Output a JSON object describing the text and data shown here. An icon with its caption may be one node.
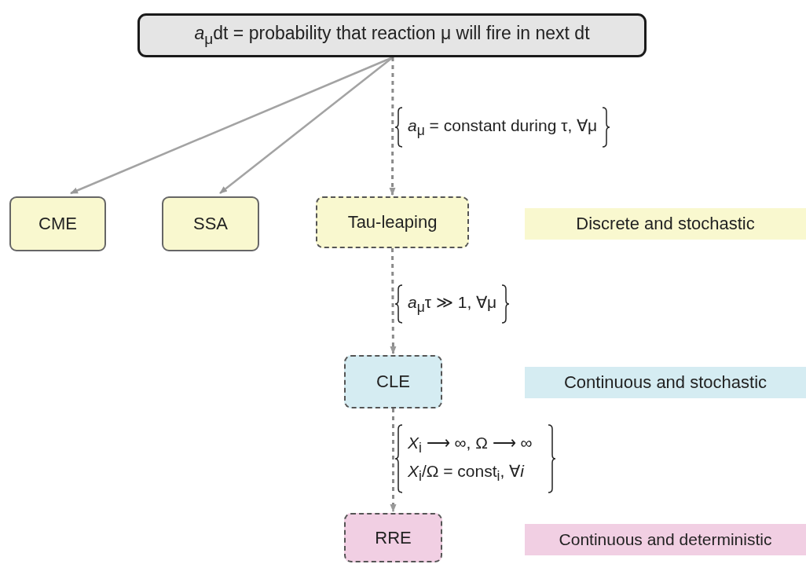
{
  "diagram": {
    "nodes": [
      {
        "text": [
          "*a*$_{μ}$dt = probability that reaction μ will fire in next dt"
        ]
      },
      {
        "text": [
          "CME"
        ]
      },
      {
        "text": [
          "SSA"
        ]
      },
      {
        "text": [
          "Tau-leaping"
        ]
      },
      {
        "text": [
          "Discrete and stochastic"
        ]
      },
      {
        "text": [
          "CLE"
        ]
      },
      {
        "text": [
          "Continuous and stochastic"
        ]
      },
      {
        "text": [
          "RRE"
        ]
      },
      {
        "text": [
          "Continuous and deterministic"
        ]
      }
    ],
    "edges": [
      {
        "from": 0,
        "to": 1,
        "arrow": "to"
      },
      {
        "from": 0,
        "to": 2,
        "arrow": "to"
      },
      {
        "from": 0,
        "to": 3,
        "arrow": "to",
        "style": "dashed",
        "label": "*a*$_{μ}$ =  constant during τ, ∀μ"
      },
      {
        "from": 3,
        "to": 5,
        "arrow": "to",
        "style": "dashed",
        "label": "*a*$_{μ}$τ ≫ 1, ∀μ"
      },
      {
        "from": 5,
        "to": 7,
        "arrow": "to",
        "style": "dashed",
        "label": "*X*$_{i}$ ⟶ ∞, Ω ⟶ ∞ *X*$_{i}$/Ω = const$_{i}$, ∀*i*"
      }
    ]
  }
}
